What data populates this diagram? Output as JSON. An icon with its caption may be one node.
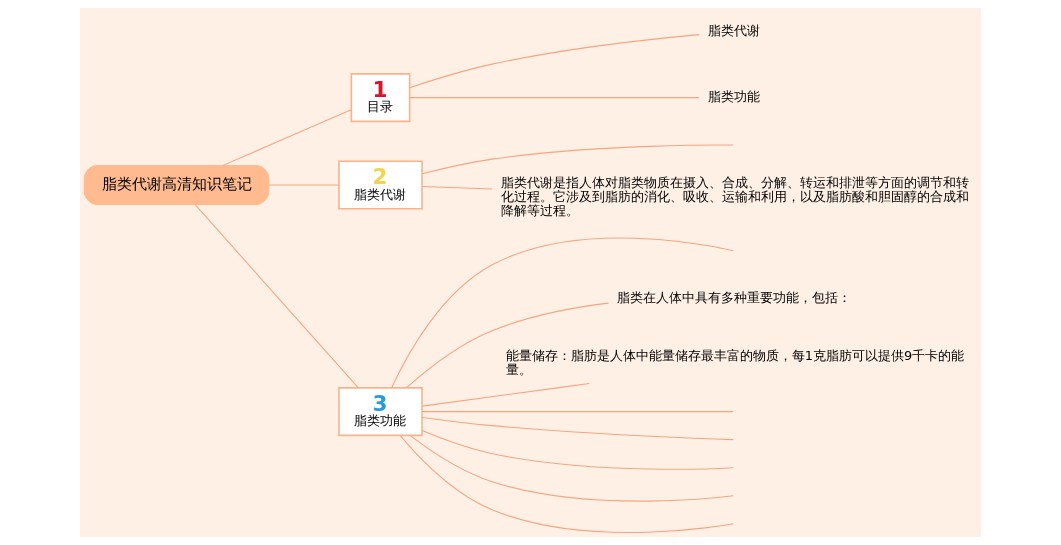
{
  "diagram": {
    "nodes": [
      {
        "text": [
          "脂类代谢高清知识笔记"
        ]
      },
      {
        "text": [
          "1",
          "目录"
        ]
      },
      {
        "text": [
          "脂类代谢"
        ]
      },
      {
        "text": [
          "脂类功能"
        ]
      },
      {
        "text": [
          "2",
          "脂类代谢"
        ]
      },
      {
        "text": [
          "脂类代谢是指人体对脂类物质在摄入、合成、分解、转运和排泄等方面的调节和转化过程。它涉及到脂肪的消化、吸收、运输和利用，以及脂肪酸和胆固醇的合成和降解等过程。"
        ]
      },
      {
        "text": [
          "3",
          "脂类功能"
        ]
      },
      {
        "text": [
          "脂类在人体中具有多种重要功能，包括："
        ]
      },
      {
        "text": [
          "能量储存：脂肪是人体中能量储存最丰富的物质，每1克脂肪可以提供9千卡的能量。"
        ]
      }
    ],
    "edges": [
      {
        "from": 0,
        "to": 1,
        "arrow": "none"
      },
      {
        "from": 1,
        "to": 2,
        "arrow": "none"
      },
      {
        "from": 1,
        "to": 3,
        "arrow": "none"
      },
      {
        "from": 0,
        "to": 4,
        "arrow": "none"
      },
      {
        "from": 4,
        "to": null,
        "arrow": "none"
      },
      {
        "from": 4,
        "to": 5,
        "arrow": "none"
      },
      {
        "from": 0,
        "to": 6,
        "arrow": "none"
      },
      {
        "from": 6,
        "to": null,
        "arrow": "none"
      },
      {
        "from": 6,
        "to": 7,
        "arrow": "none"
      },
      {
        "from": 6,
        "to": 8,
        "arrow": "none"
      },
      {
        "from": 6,
        "to": null,
        "arrow": "none"
      },
      {
        "from": 6,
        "to": null,
        "arrow": "none"
      },
      {
        "from": 6,
        "to": null,
        "arrow": "none"
      },
      {
        "from": 6,
        "to": null,
        "arrow": "none"
      },
      {
        "from": 6,
        "to": null,
        "arrow": "none"
      }
    ]
  }
}
